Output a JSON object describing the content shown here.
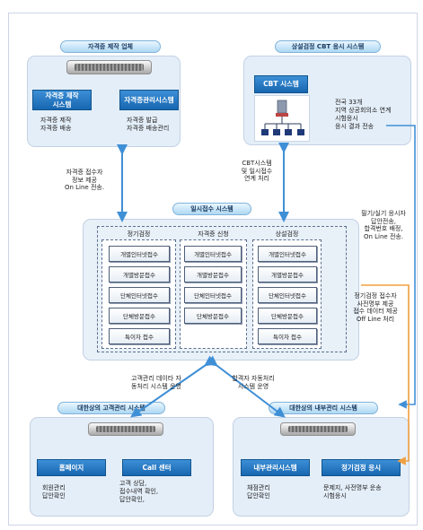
{
  "top_left": {
    "title": "자격증 제작 업체",
    "btn1": "자격증 제작\n시스템",
    "btn2": "자격증관리시스템",
    "desc1": "자격증 제작\n자격증 배송",
    "desc2": "자격증 발급\n자격증 배송관리"
  },
  "top_right": {
    "title": "상설검정 CBT 응시 시스템",
    "btn": "CBT 시스템",
    "desc": "전국 33개\n지역 상공회의소 연계\n시험응시\n응시 결과 전송"
  },
  "center": {
    "title": "일시접수 시스템",
    "cols": [
      {
        "head": "정기검정",
        "items": [
          "개별인터넷접수",
          "개별방문접수",
          "단체인터넷접수",
          "단체방문접수",
          "특이자 접수"
        ]
      },
      {
        "head": "자격증 신청",
        "items": [
          "개별인터넷접수",
          "개별방문접수",
          "단체인터넷접수",
          "단체방문접수"
        ]
      },
      {
        "head": "상설검정",
        "items": [
          "개별인터넷접수",
          "개별방문접수",
          "단체인터넷접수",
          "단체방문접수",
          "특이자 접수"
        ]
      }
    ]
  },
  "bottom_left": {
    "title": "대한상의 고객관리 시스템",
    "btn1": "홈페이지",
    "btn2": "Call 센터",
    "desc1": "회원관리\n답안확인",
    "desc2": "고객 상담,\n접수내역 확인,\n답안확인,"
  },
  "bottom_right": {
    "title": "대한상의 내부관리 시스템",
    "btn1": "내부관리시스템",
    "btn2": "정기검정 응시",
    "desc1": "채점관리\n답안확인",
    "desc2": "문제지, 사전명부 운송\n시험응시"
  },
  "labels": {
    "l1": "자격증 접수자\n정보 제공\nOn Line 전송.",
    "l2": "CBT시스템\n및 일시접수\n연계 처리",
    "l3": "필기/실기 응시자\n답안전송,\n합격번호 배정,\nOn Line 전송.",
    "l4": "정기검정 접수자\n사전명부 제공\n접수 데이터 제공\nOff Line 처리",
    "l5": "고객관리 데이타 자\n동처리 시스템 운영",
    "l6": "합격자 자동처리\n시스템 운영"
  },
  "colors": {
    "arrow_blue": "#3f8fd6",
    "arrow_orange": "#f0a040",
    "panel_bg": "#e4eef8",
    "button_blue": "#1f74c0"
  }
}
